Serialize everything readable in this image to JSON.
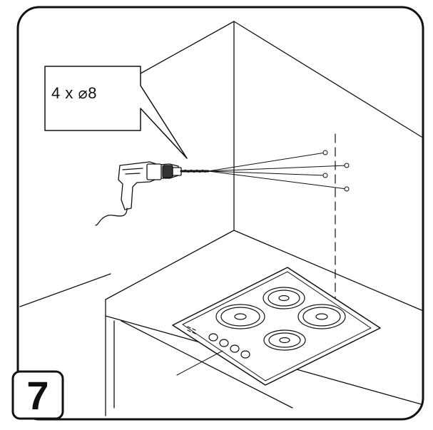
{
  "instruction": {
    "quantity_label": "4 x ⌀8",
    "step_number": "7"
  },
  "colors": {
    "line": "#111111",
    "background": "#ffffff"
  },
  "icons": [
    "drill-icon",
    "drill-hole-marks",
    "electric-hob",
    "countertop"
  ]
}
